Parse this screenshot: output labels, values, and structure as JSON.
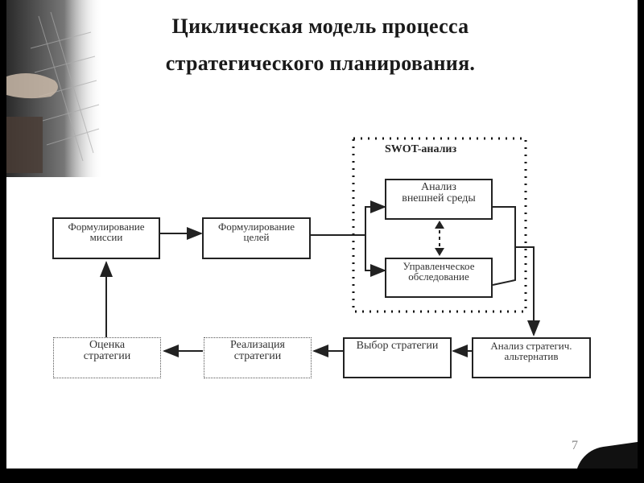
{
  "title": {
    "line1": "Циклическая модель процесса",
    "line2": "стратегического планирования."
  },
  "swot": {
    "label": "SWOT-анализ"
  },
  "nodes": {
    "mission": {
      "line1": "Формулирование",
      "line2": "миссии"
    },
    "goals": {
      "line1": "Формулирование",
      "line2": "целей"
    },
    "external": {
      "line1": "Анализ",
      "line2": "внешней среды"
    },
    "management": {
      "line1": "Управленческое",
      "line2": "обследование"
    },
    "alternatives": {
      "line1": "Анализ стратегич.",
      "line2": "альтернатив"
    },
    "choice": {
      "line1": "Выбор стратегии"
    },
    "implementation": {
      "line1": "Реализация",
      "line2": "стратегии"
    },
    "evaluation": {
      "line1": "Оценка",
      "line2": "стратегии"
    }
  },
  "slide_number": "7",
  "colors": {
    "line": "#222222",
    "text": "#333333",
    "background": "#ffffff"
  },
  "icons": {
    "photo": "keyboard-hand-photo"
  }
}
